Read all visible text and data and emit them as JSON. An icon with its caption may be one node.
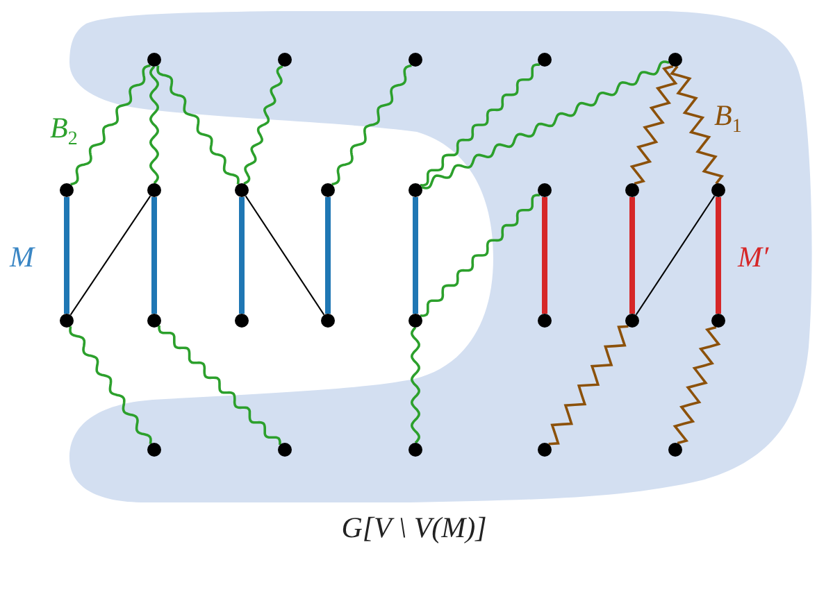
{
  "diagram": {
    "nodes": [
      {
        "text": [
          "G[V \\ V(M)]"
        ]
      },
      {
        "text": [],
        "shape": "circle",
        "in": 0
      },
      {
        "text": [],
        "shape": "circle",
        "in": 0
      },
      {
        "text": [],
        "shape": "circle",
        "in": 0
      },
      {
        "text": [],
        "shape": "circle",
        "in": 0
      },
      {
        "text": [],
        "shape": "circle",
        "in": 0
      },
      {
        "text": [],
        "shape": "circle"
      },
      {
        "text": [],
        "shape": "circle"
      },
      {
        "text": [],
        "shape": "circle"
      },
      {
        "text": [],
        "shape": "circle"
      },
      {
        "text": [],
        "shape": "circle"
      },
      {
        "text": [],
        "shape": "circle",
        "in": 0
      },
      {
        "text": [],
        "shape": "circle",
        "in": 0
      },
      {
        "text": [],
        "shape": "circle",
        "in": 0
      },
      {
        "text": [],
        "shape": "circle"
      },
      {
        "text": [],
        "shape": "circle"
      },
      {
        "text": [],
        "shape": "circle"
      },
      {
        "text": [],
        "shape": "circle"
      },
      {
        "text": [],
        "shape": "circle"
      },
      {
        "text": [],
        "shape": "circle",
        "in": 0
      },
      {
        "text": [],
        "shape": "circle",
        "in": 0
      },
      {
        "text": [],
        "shape": "circle",
        "in": 0
      },
      {
        "text": [],
        "shape": "circle",
        "in": 0
      },
      {
        "text": [],
        "shape": "circle",
        "in": 0
      },
      {
        "text": [],
        "shape": "circle",
        "in": 0
      },
      {
        "text": [],
        "shape": "circle",
        "in": 0
      },
      {
        "text": [],
        "shape": "circle",
        "in": 0
      }
    ],
    "edges": [
      {
        "from": 1,
        "to": 6,
        "arrow": "none"
      },
      {
        "from": 1,
        "to": 7,
        "arrow": "none"
      },
      {
        "from": 1,
        "to": 8,
        "arrow": "none"
      },
      {
        "from": 2,
        "to": 8,
        "arrow": "none"
      },
      {
        "from": 3,
        "to": 9,
        "arrow": "none"
      },
      {
        "from": 4,
        "to": 10,
        "arrow": "none"
      },
      {
        "from": 5,
        "to": 10,
        "arrow": "none"
      },
      {
        "from": 5,
        "to": 12,
        "arrow": "none",
        "color": "#8c510a"
      },
      {
        "from": 5,
        "to": 13,
        "arrow": "none",
        "color": "#8c510a"
      },
      {
        "from": 6,
        "to": 14,
        "arrow": "none",
        "style": "thick",
        "color": "#1f77b4"
      },
      {
        "from": 7,
        "to": 15,
        "arrow": "none",
        "style": "thick",
        "color": "#1f77b4"
      },
      {
        "from": 7,
        "to": 14,
        "arrow": "none",
        "color": "#000000"
      },
      {
        "from": 8,
        "to": 16,
        "arrow": "none",
        "style": "thick",
        "color": "#1f77b4"
      },
      {
        "from": 8,
        "to": 17,
        "arrow": "none",
        "color": "#000000"
      },
      {
        "from": 9,
        "to": 17,
        "arrow": "none",
        "style": "thick",
        "color": "#1f77b4"
      },
      {
        "from": 10,
        "to": 18,
        "arrow": "none",
        "style": "thick",
        "color": "#1f77b4"
      },
      {
        "from": 11,
        "to": 19,
        "arrow": "none",
        "style": "thick",
        "color": "#d62728"
      },
      {
        "from": 12,
        "to": 20,
        "arrow": "none",
        "style": "thick",
        "color": "#d62728"
      },
      {
        "from": 13,
        "to": 21,
        "arrow": "none",
        "style": "thick",
        "color": "#d62728"
      },
      {
        "from": 13,
        "to": 20,
        "arrow": "none",
        "color": "#000000"
      },
      {
        "from": 18,
        "to": 11,
        "arrow": "none"
      },
      {
        "from": 14,
        "to": 22,
        "arrow": "none"
      },
      {
        "from": 15,
        "to": 23,
        "arrow": "none"
      },
      {
        "from": 18,
        "to": 24,
        "arrow": "none"
      },
      {
        "from": 20,
        "to": 25,
        "arrow": "none",
        "color": "#8c510a"
      },
      {
        "from": 21,
        "to": 26,
        "arrow": "none",
        "color": "#8c510a"
      }
    ],
    "labels": [
      "B$_{2}$",
      "B$_{1}$",
      "M",
      "M′"
    ]
  }
}
